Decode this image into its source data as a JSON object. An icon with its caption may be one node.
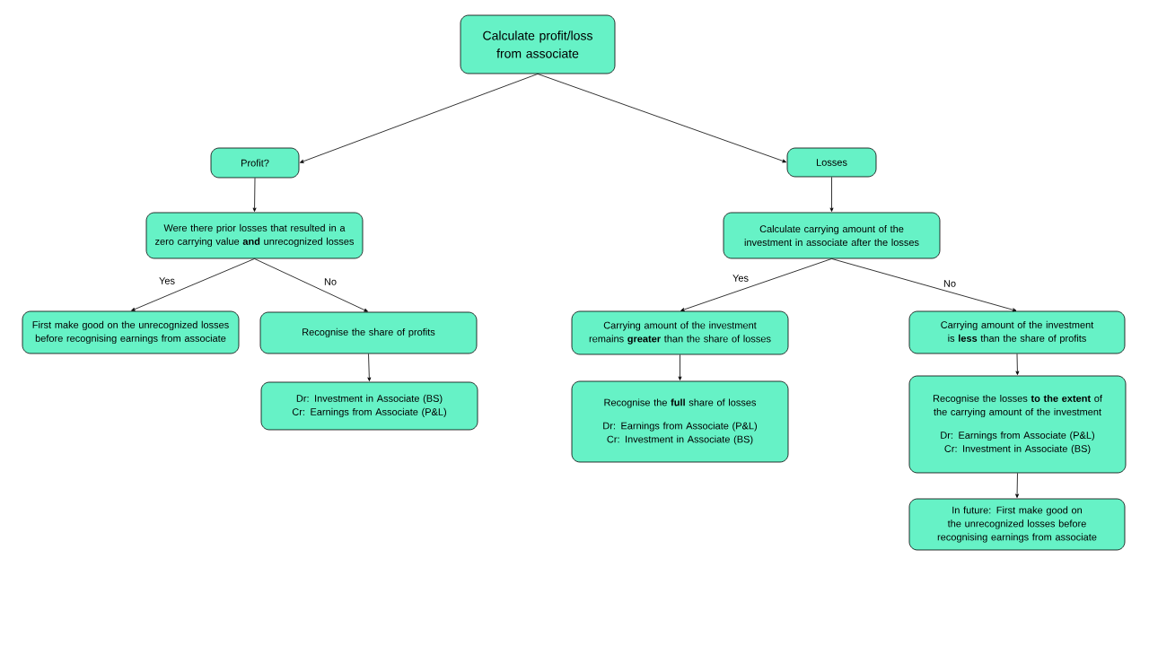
{
  "diagram": {
    "nodes": [
      {
        "text": [
          "Calculate profit/loss from associate"
        ]
      },
      {
        "text": [
          "Profit?"
        ]
      },
      {
        "text": [
          "Losses"
        ]
      },
      {
        "text": [
          "Were there prior losses that resulted in a zero carrying value **and** unrecognized losses"
        ]
      },
      {
        "text": [
          "Calculate carrying amount of the investment in associate after the losses"
        ]
      },
      {
        "text": [
          "First make good on the unrecognized losses before recognising earnings from associate"
        ]
      },
      {
        "text": [
          "Recognise the share of profits"
        ]
      },
      {
        "text": [
          "Dr: Investment in Associate (BS)",
          "Cr: Earnings from Associate (P&L)"
        ]
      },
      {
        "text": [
          "Carrying amount of the investment remains **greater** than the share of losses"
        ]
      },
      {
        "text": [
          "Carrying amount of the investment is **less** than the share of profits"
        ]
      },
      {
        "text": [
          "Recognise the **full** share of losses",
          "Dr: Earnings from Associate (P&L)",
          "Cr: Investment in Associate (BS)"
        ]
      },
      {
        "text": [
          "Recognise the losses **to the extent** of the carrying amount of the investment",
          "Dr: Earnings from Associate (P&L)",
          "Cr: Investment in Associate (BS)"
        ]
      },
      {
        "text": [
          "In future: First make good on the unrecognized losses before recognising earnings from associate"
        ]
      }
    ],
    "edges": [
      {
        "from": 0,
        "to": 1,
        "arrow": "to"
      },
      {
        "from": 0,
        "to": 2,
        "arrow": "to"
      },
      {
        "from": 1,
        "to": 3,
        "arrow": "to"
      },
      {
        "from": 2,
        "to": 4,
        "arrow": "to"
      },
      {
        "from": 3,
        "to": 5,
        "label": "Yes",
        "arrow": "to"
      },
      {
        "from": 3,
        "to": 6,
        "label": "No",
        "arrow": "to"
      },
      {
        "from": 6,
        "to": 7,
        "arrow": "to"
      },
      {
        "from": 4,
        "to": 8,
        "label": "Yes",
        "arrow": "to"
      },
      {
        "from": 4,
        "to": 9,
        "label": "No",
        "arrow": "to"
      },
      {
        "from": 8,
        "to": 10,
        "arrow": "to"
      },
      {
        "from": 9,
        "to": 11,
        "arrow": "to"
      },
      {
        "from": 11,
        "to": 12,
        "arrow": "to"
      }
    ]
  }
}
